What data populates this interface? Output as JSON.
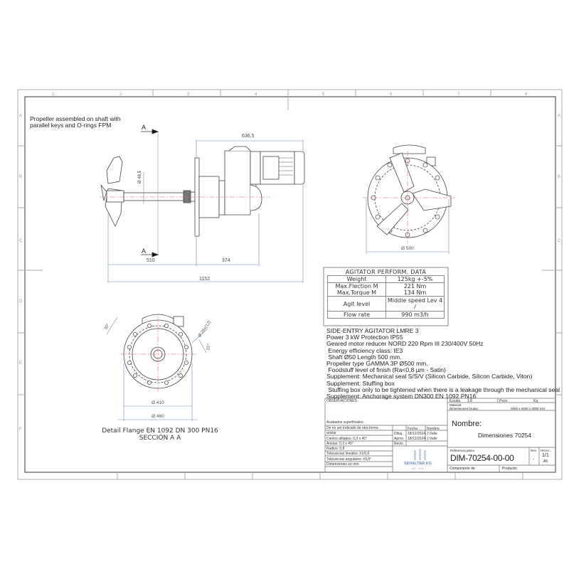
{
  "drawing": {
    "zone_columns": [
      "1",
      "2",
      "3",
      "4",
      "5",
      "6",
      "7",
      "8"
    ],
    "zone_rows": [
      "A",
      "B",
      "C",
      "D",
      "E",
      "F"
    ],
    "note": [
      "Propeller assembled on shaft with",
      "parallel keys and O-rings FPM"
    ],
    "section_marker": "A",
    "dimensions": {
      "motor_length": "636,5",
      "shaft_diameter": "Ø 48,5",
      "propeller_to_flange": "510",
      "flange_to_gear": "374",
      "total_length": "1152",
      "propeller_diameter": "Ø 500",
      "bolt_circle": "Ø 410",
      "flange_outer": "Ø 460",
      "hole_spec": "Ø 26x(12)",
      "angle_30": "30°",
      "angle_15": "15°"
    },
    "flange_caption": [
      "Detail Flange EN 1092 DN 300 PN16",
      "SECCIÓN A A"
    ]
  },
  "performance_table": {
    "title": "AGITATOR PERFORM. DATA",
    "rows": [
      {
        "label": "Weight",
        "value": "125kg +-5%"
      },
      {
        "label": "Max.Flection M",
        "value": "221 Nm"
      },
      {
        "label": "Max.Torque M",
        "value": "134 Nm"
      },
      {
        "label": "Agit level",
        "value": "Middle speed Lev 4 /"
      },
      {
        "label": "Flow rate",
        "value": "990 m3/h"
      }
    ]
  },
  "specs": [
    "SIDE-ENTRY AGITATOR LMRE 3",
    "Power 3 kW Protection IP55",
    "Geared motor reducer NORD 220 Rpm III 230/400V 50Hz",
    " Energy efficiency class: IE3",
    " Shaft Ø50 Length 500 mm.",
    "Propeller type GAMMA 3P Ø500 mm.",
    " Foodstuff level of finish (Ra<0,8 µm - Satin)",
    "Supplement: Mechanical seal S/S/V (Silicon Carbide, Silicon Carbide, Viton)",
    "Supplement: Stuffing box",
    " Stuffing box only to be tightened when there is a leakage through the mechanical seal",
    "Supplement: Anchorage system DN300 EN 1092 PN16"
  ],
  "title_block": {
    "observaciones": "OBSERVACIONES",
    "acabados": "Acabados superficiales:",
    "tolerances": [
      "De no ser indicado de otra forma",
      "aristar",
      "Cantos afilados: 0,3 x 45°",
      "Aristas: 0,3 x 45°",
      "Radios: 0,8",
      "Tolerancias lineales: ±1/0,6",
      "Tolerancias angulares: ±0,5°",
      "Dimensiones en mm"
    ],
    "fecha_label": "Fecha",
    "nombre_label": "Nombre",
    "roles": [
      {
        "role": "Dibuj.",
        "date": "18/12/2024",
        "name": "J.Valle"
      },
      {
        "role": "Aprov.",
        "date": "18/12/2024",
        "name": "J.Valle"
      },
      {
        "role": "Revis.",
        "date": "",
        "name": ""
      }
    ],
    "company": "SEHALTER KG",
    "company_sub": "AG · M.S.",
    "escala_label": "Escala",
    "escala_value": "1:8",
    "peso_label": "Peso",
    "peso_value": "Kg",
    "material_label": "Material:",
    "dim_brutas_label": "Dimensiones brutas:",
    "dim_brutas_value": "0000 x 0000 x 0000 mm",
    "nombre_title": "Nombre:",
    "nombre_value": "Dimensiones 70254",
    "referencia_label": "Referencia plano",
    "referencia_value": "DIM-70254-00-00",
    "rev_label": "Rev",
    "rev_value": "-",
    "hoja_label": "HOJA:",
    "hoja_value": "1/1",
    "format": "A5",
    "componente_label": "Componente de:",
    "producto_label": "Producto:"
  }
}
